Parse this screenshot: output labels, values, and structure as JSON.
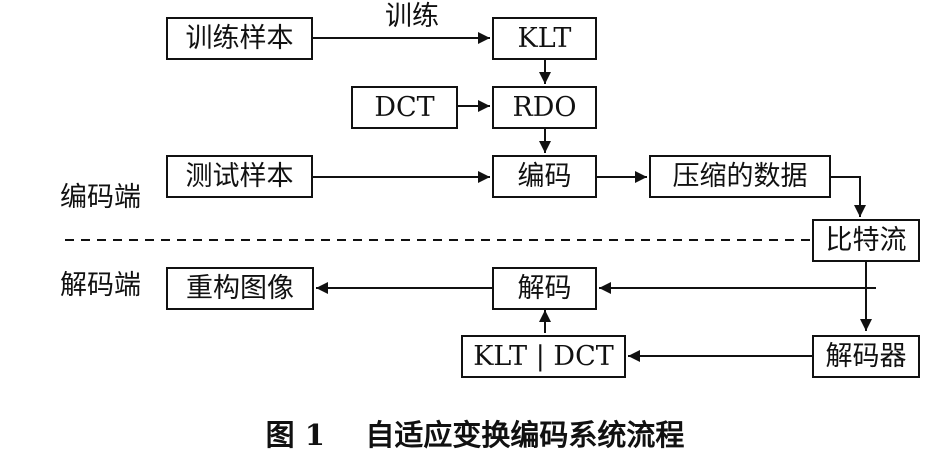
{
  "diagram": {
    "nodes": {
      "train_samples": "训练样本",
      "klt": "KLT",
      "dct": "DCT",
      "rdo": "RDO",
      "test_samples": "测试样本",
      "encode": "编码",
      "compressed_data": "压缩的数据",
      "bitstream": "比特流",
      "reconstructed_image": "重构图像",
      "decode": "解码",
      "klt_dct": "KLT | DCT",
      "decoder": "解码器"
    },
    "labels": {
      "train_edge": "训练",
      "encoder_side": "编码端",
      "decoder_side": "解码端"
    },
    "caption": "图 1    自适应变换编码系统流程"
  }
}
